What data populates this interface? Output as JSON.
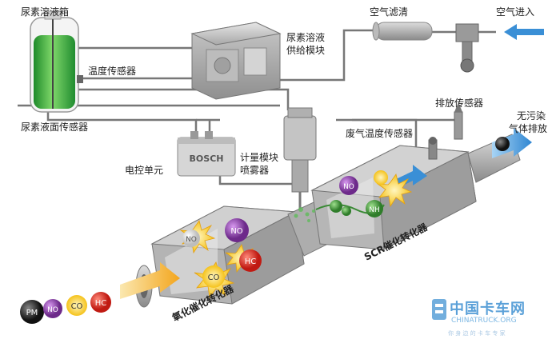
{
  "labels": {
    "urea_tank": "尿素溶液箱",
    "temp_sensor": "温度传感器",
    "level_sensor": "尿素液面传感器",
    "supply_module_line1": "尿素溶液",
    "supply_module_line2": "供给模块",
    "air_filter": "空气滤清",
    "air_inlet": "空气进入",
    "ecu": "电控单元",
    "ecu_brand": "BOSCH",
    "metering_line1": "计量模块",
    "metering_line2": "喷雾器",
    "exhaust_temp_sensor": "废气温度传感器",
    "emission_sensor": "排放传感器",
    "clean_line1": "无污染",
    "clean_line2": "气体排放",
    "scr_converter": "SCR催化转化器",
    "oxidation_converter": "氧化催化转化器"
  },
  "molecules": {
    "pm": "PM",
    "no": "NO",
    "co": "CO",
    "hc": "HC",
    "nh3": "NH",
    "no2": "NO"
  },
  "watermark": {
    "brand": "中国卡车网",
    "domain": "CHINATRUCK.ORG",
    "slogan": "你 身 边 的 卡 车 专 家"
  },
  "colors": {
    "tank_liquid": "#3bb54a",
    "arrow_blue": "#3a8fd6",
    "arrow_orange": "#f0a020",
    "converter_body": "#b9b9b9",
    "molecule_red": "#d52a22",
    "molecule_purple": "#8b3fa6",
    "molecule_black": "#222222",
    "molecule_green": "#3a8a35"
  }
}
